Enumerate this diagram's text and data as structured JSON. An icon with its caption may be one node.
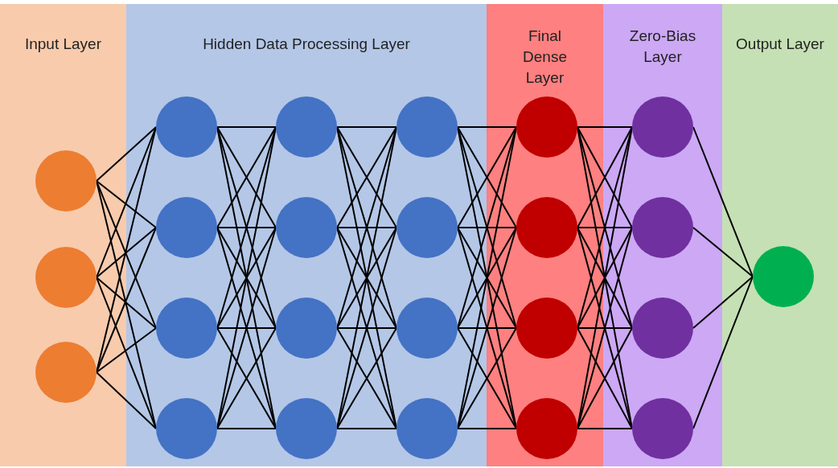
{
  "diagram": {
    "nodes": [
      {
        "text": [
          "Input Layer"
        ]
      },
      {
        "text": [],
        "shape": "circle",
        "in": 0
      },
      {
        "text": [],
        "shape": "circle",
        "in": 0
      },
      {
        "text": [],
        "shape": "circle",
        "in": 0
      },
      {
        "text": [
          "Hidden Data Processing Layer"
        ]
      },
      {
        "text": [],
        "shape": "circle",
        "in": 4
      },
      {
        "text": [],
        "shape": "circle",
        "in": 4
      },
      {
        "text": [],
        "shape": "circle",
        "in": 4
      },
      {
        "text": [],
        "shape": "circle",
        "in": 4
      },
      {
        "text": [],
        "shape": "circle",
        "in": 4
      },
      {
        "text": [],
        "shape": "circle",
        "in": 4
      },
      {
        "text": [],
        "shape": "circle",
        "in": 4
      },
      {
        "text": [],
        "shape": "circle",
        "in": 4
      },
      {
        "text": [],
        "shape": "circle",
        "in": 4
      },
      {
        "text": [],
        "shape": "circle",
        "in": 4
      },
      {
        "text": [],
        "shape": "circle",
        "in": 4
      },
      {
        "text": [],
        "shape": "circle",
        "in": 4
      },
      {
        "text": [
          "Final Dense Layer"
        ]
      },
      {
        "text": [],
        "shape": "circle",
        "in": 17
      },
      {
        "text": [],
        "shape": "circle",
        "in": 17
      },
      {
        "text": [],
        "shape": "circle",
        "in": 17
      },
      {
        "text": [],
        "shape": "circle",
        "in": 17
      },
      {
        "text": [
          "Zero-Bias Layer"
        ]
      },
      {
        "text": [],
        "shape": "circle",
        "in": 22
      },
      {
        "text": [],
        "shape": "circle",
        "in": 22
      },
      {
        "text": [],
        "shape": "circle",
        "in": 22
      },
      {
        "text": [],
        "shape": "circle",
        "in": 22
      },
      {
        "text": [
          "Output Layer"
        ]
      },
      {
        "text": [],
        "shape": "circle",
        "in": 27
      }
    ],
    "edges": [
      {
        "from": 1,
        "to": 5,
        "arrow": "none"
      },
      {
        "from": 1,
        "to": 6,
        "arrow": "none"
      },
      {
        "from": 1,
        "to": 7,
        "arrow": "none"
      },
      {
        "from": 1,
        "to": 8,
        "arrow": "none"
      },
      {
        "from": 2,
        "to": 5,
        "arrow": "none"
      },
      {
        "from": 2,
        "to": 6,
        "arrow": "none"
      },
      {
        "from": 2,
        "to": 7,
        "arrow": "none"
      },
      {
        "from": 2,
        "to": 8,
        "arrow": "none"
      },
      {
        "from": 3,
        "to": 5,
        "arrow": "none"
      },
      {
        "from": 3,
        "to": 6,
        "arrow": "none"
      },
      {
        "from": 3,
        "to": 7,
        "arrow": "none"
      },
      {
        "from": 3,
        "to": 8,
        "arrow": "none"
      },
      {
        "from": 5,
        "to": 9,
        "arrow": "none"
      },
      {
        "from": 5,
        "to": 10,
        "arrow": "none"
      },
      {
        "from": 5,
        "to": 11,
        "arrow": "none"
      },
      {
        "from": 5,
        "to": 12,
        "arrow": "none"
      },
      {
        "from": 6,
        "to": 9,
        "arrow": "none"
      },
      {
        "from": 6,
        "to": 10,
        "arrow": "none"
      },
      {
        "from": 6,
        "to": 11,
        "arrow": "none"
      },
      {
        "from": 6,
        "to": 12,
        "arrow": "none"
      },
      {
        "from": 7,
        "to": 9,
        "arrow": "none"
      },
      {
        "from": 7,
        "to": 10,
        "arrow": "none"
      },
      {
        "from": 7,
        "to": 11,
        "arrow": "none"
      },
      {
        "from": 7,
        "to": 12,
        "arrow": "none"
      },
      {
        "from": 8,
        "to": 9,
        "arrow": "none"
      },
      {
        "from": 8,
        "to": 10,
        "arrow": "none"
      },
      {
        "from": 8,
        "to": 11,
        "arrow": "none"
      },
      {
        "from": 8,
        "to": 12,
        "arrow": "none"
      },
      {
        "from": 9,
        "to": 13,
        "arrow": "none"
      },
      {
        "from": 9,
        "to": 14,
        "arrow": "none"
      },
      {
        "from": 9,
        "to": 15,
        "arrow": "none"
      },
      {
        "from": 9,
        "to": 16,
        "arrow": "none"
      },
      {
        "from": 10,
        "to": 13,
        "arrow": "none"
      },
      {
        "from": 10,
        "to": 14,
        "arrow": "none"
      },
      {
        "from": 10,
        "to": 15,
        "arrow": "none"
      },
      {
        "from": 10,
        "to": 16,
        "arrow": "none"
      },
      {
        "from": 11,
        "to": 13,
        "arrow": "none"
      },
      {
        "from": 11,
        "to": 14,
        "arrow": "none"
      },
      {
        "from": 11,
        "to": 15,
        "arrow": "none"
      },
      {
        "from": 11,
        "to": 16,
        "arrow": "none"
      },
      {
        "from": 12,
        "to": 13,
        "arrow": "none"
      },
      {
        "from": 12,
        "to": 14,
        "arrow": "none"
      },
      {
        "from": 12,
        "to": 15,
        "arrow": "none"
      },
      {
        "from": 12,
        "to": 16,
        "arrow": "none"
      },
      {
        "from": 13,
        "to": 18,
        "arrow": "none"
      },
      {
        "from": 13,
        "to": 19,
        "arrow": "none"
      },
      {
        "from": 13,
        "to": 20,
        "arrow": "none"
      },
      {
        "from": 13,
        "to": 21,
        "arrow": "none"
      },
      {
        "from": 14,
        "to": 18,
        "arrow": "none"
      },
      {
        "from": 14,
        "to": 19,
        "arrow": "none"
      },
      {
        "from": 14,
        "to": 20,
        "arrow": "none"
      },
      {
        "from": 14,
        "to": 21,
        "arrow": "none"
      },
      {
        "from": 15,
        "to": 18,
        "arrow": "none"
      },
      {
        "from": 15,
        "to": 19,
        "arrow": "none"
      },
      {
        "from": 15,
        "to": 20,
        "arrow": "none"
      },
      {
        "from": 15,
        "to": 21,
        "arrow": "none"
      },
      {
        "from": 16,
        "to": 18,
        "arrow": "none"
      },
      {
        "from": 16,
        "to": 19,
        "arrow": "none"
      },
      {
        "from": 16,
        "to": 20,
        "arrow": "none"
      },
      {
        "from": 16,
        "to": 21,
        "arrow": "none"
      },
      {
        "from": 18,
        "to": 23,
        "arrow": "none"
      },
      {
        "from": 18,
        "to": 24,
        "arrow": "none"
      },
      {
        "from": 18,
        "to": 25,
        "arrow": "none"
      },
      {
        "from": 18,
        "to": 26,
        "arrow": "none"
      },
      {
        "from": 19,
        "to": 23,
        "arrow": "none"
      },
      {
        "from": 19,
        "to": 24,
        "arrow": "none"
      },
      {
        "from": 19,
        "to": 25,
        "arrow": "none"
      },
      {
        "from": 19,
        "to": 26,
        "arrow": "none"
      },
      {
        "from": 20,
        "to": 23,
        "arrow": "none"
      },
      {
        "from": 20,
        "to": 24,
        "arrow": "none"
      },
      {
        "from": 20,
        "to": 25,
        "arrow": "none"
      },
      {
        "from": 20,
        "to": 26,
        "arrow": "none"
      },
      {
        "from": 21,
        "to": 23,
        "arrow": "none"
      },
      {
        "from": 21,
        "to": 24,
        "arrow": "none"
      },
      {
        "from": 21,
        "to": 25,
        "arrow": "none"
      },
      {
        "from": 21,
        "to": 26,
        "arrow": "none"
      },
      {
        "from": 23,
        "to": 28,
        "arrow": "none"
      },
      {
        "from": 24,
        "to": 28,
        "arrow": "none"
      },
      {
        "from": 25,
        "to": 28,
        "arrow": "none"
      },
      {
        "from": 26,
        "to": 28,
        "arrow": "none"
      }
    ]
  }
}
